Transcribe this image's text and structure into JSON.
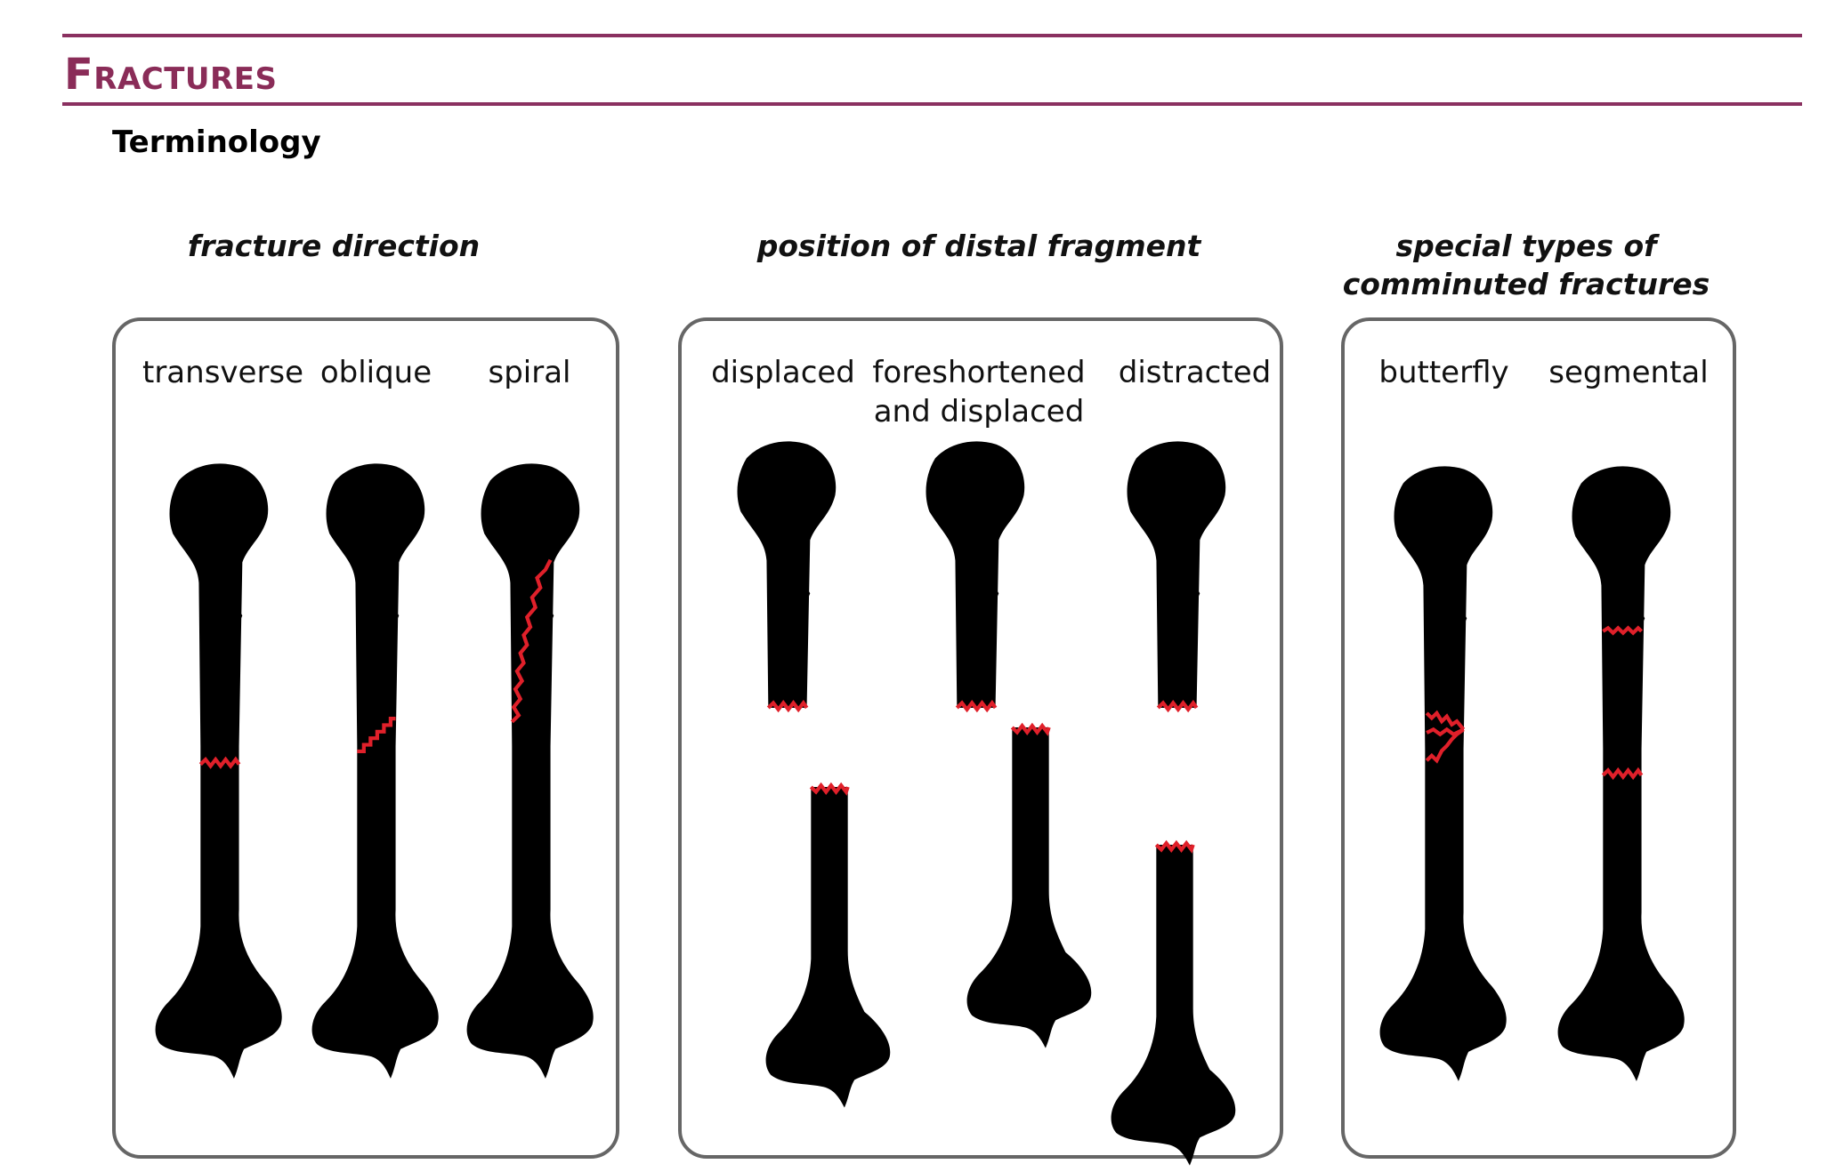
{
  "header": {
    "title": "Fractures",
    "subtitle": "Terminology"
  },
  "groups": [
    {
      "heading": "fracture direction",
      "labels": [
        "transverse",
        "oblique",
        "spiral"
      ]
    },
    {
      "heading": "position of distal fragment",
      "labels": [
        "displaced",
        "foreshortened\nand displaced",
        "distracted"
      ]
    },
    {
      "heading": "special types of\ncomminuted fractures",
      "labels": [
        "butterfly",
        "segmental"
      ]
    }
  ],
  "colors": {
    "accent": "#8a2c58",
    "fracture_line": "#e0202a",
    "panel_border": "#666666"
  }
}
